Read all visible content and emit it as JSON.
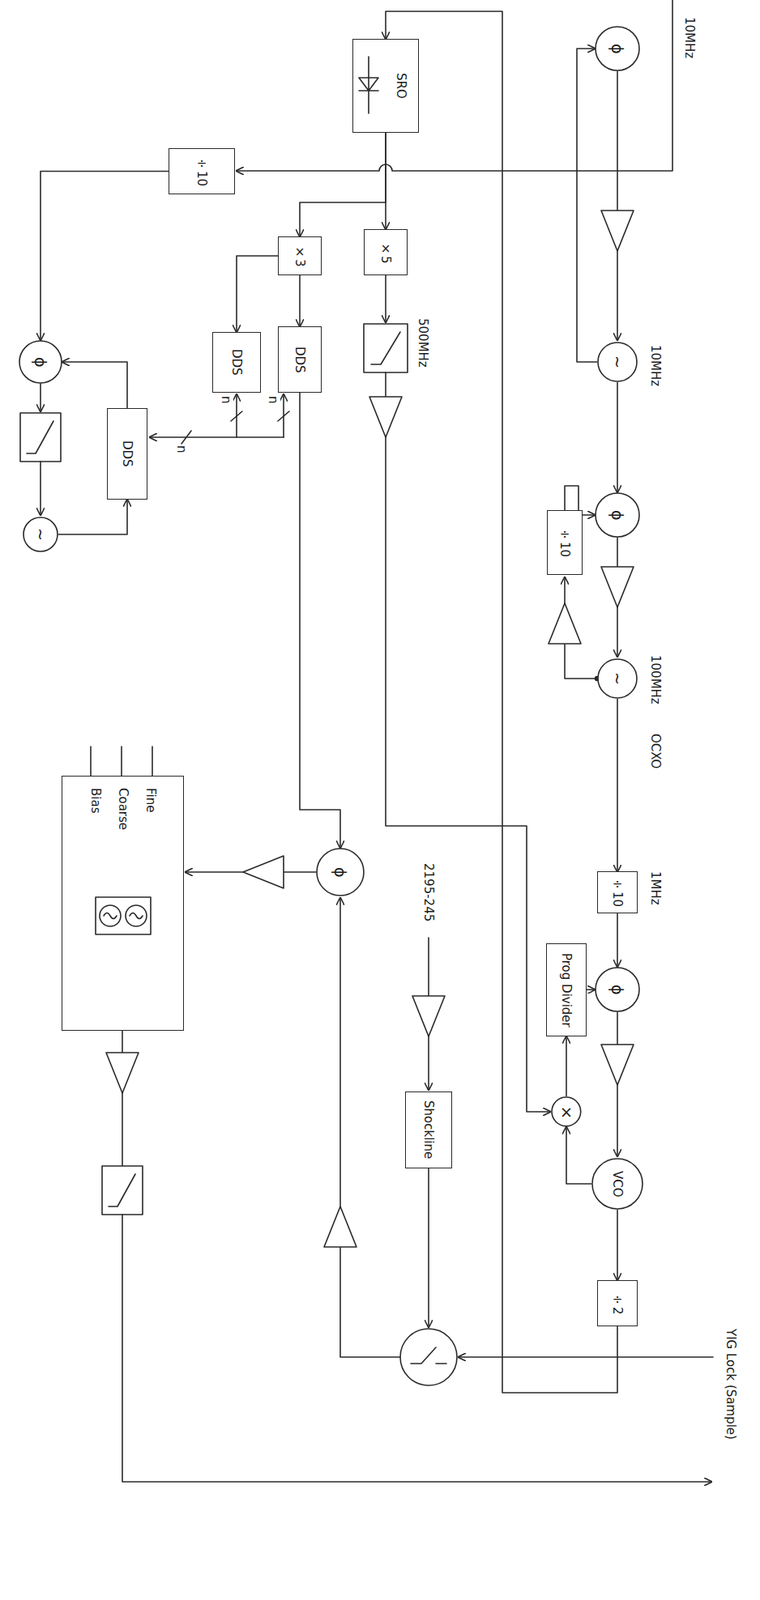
{
  "diagram": {
    "nodes": [
      {
        "text": [
          "SRO"
        ]
      },
      {
        "text": [
          "÷10"
        ]
      },
      {
        "text": [
          "×3"
        ]
      },
      {
        "text": [
          "×5"
        ]
      },
      {
        "text": [
          "DDS"
        ]
      },
      {
        "text": [
          "DDS"
        ]
      },
      {
        "text": [
          "DDS"
        ]
      },
      {
        "text": [
          "ϕ"
        ]
      },
      {
        "text": [
          "~"
        ]
      },
      {
        "text": [
          "ϕ"
        ]
      },
      {
        "text": [
          "~"
        ]
      },
      {
        "text": [
          "ϕ"
        ]
      },
      {
        "text": [
          "÷10"
        ]
      },
      {
        "text": [
          "~"
        ]
      },
      {
        "text": [
          "÷10"
        ]
      },
      {
        "text": [
          "ϕ"
        ]
      },
      {
        "text": [
          "VCO"
        ]
      },
      {
        "text": [
          "÷2"
        ]
      },
      {
        "text": [
          "×"
        ]
      },
      {
        "text": [
          "Prog Divider"
        ]
      },
      {
        "text": [
          "ϕ"
        ]
      },
      {
        "text": [
          "Fine",
          "Coarse",
          "Bias"
        ]
      },
      {
        "text": [
          "Shockline"
        ]
      }
    ],
    "edges": [
      {
        "from": 0,
        "to": 2,
        "arrow": "to"
      },
      {
        "from": 0,
        "to": 3,
        "arrow": "to"
      },
      {
        "from": 2,
        "to": 4,
        "arrow": "to"
      },
      {
        "from": 2,
        "to": 5,
        "arrow": "to"
      },
      {
        "from": 1,
        "to": 7,
        "arrow": "to"
      },
      {
        "from": 6,
        "to": 7,
        "arrow": "to"
      },
      {
        "from": 8,
        "to": 6,
        "arrow": "to"
      },
      {
        "from": 5,
        "to": 20,
        "arrow": "to"
      },
      {
        "from": 10,
        "to": 9,
        "arrow": "to"
      },
      {
        "from": 10,
        "to": 11,
        "arrow": "to"
      },
      {
        "from": 12,
        "to": 11,
        "arrow": "to"
      },
      {
        "from": 13,
        "to": 14,
        "arrow": "to"
      },
      {
        "from": 14,
        "to": 15,
        "arrow": "to"
      },
      {
        "from": 16,
        "to": 17,
        "arrow": "to"
      },
      {
        "from": 16,
        "to": 18,
        "arrow": "to"
      },
      {
        "from": 18,
        "to": 19,
        "arrow": "to"
      },
      {
        "from": 19,
        "to": 15,
        "arrow": "to"
      },
      {
        "from": 17,
        "to": 0,
        "arrow": "to"
      }
    ],
    "labels": [
      "10MHz",
      "500MHz",
      "10MHz",
      "100MHz",
      "OCXO",
      "1MHz",
      "2195-245",
      "YIG Lock (Sample)",
      "n",
      "n",
      "n"
    ]
  }
}
